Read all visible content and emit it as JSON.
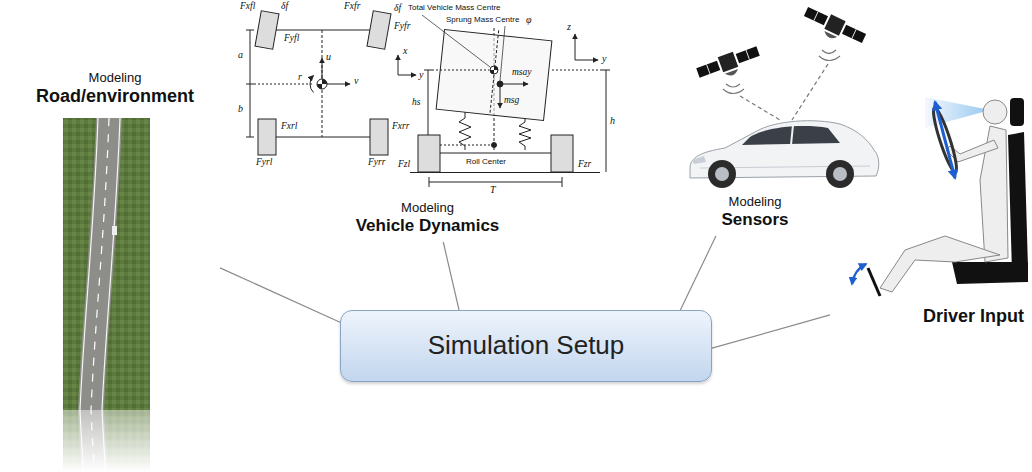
{
  "diagram": {
    "nodes": [
      {
        "text": [
          "Modeling",
          "Road/environment"
        ]
      },
      {
        "text": [
          "Modeling",
          "Vehicle Dynamics"
        ]
      },
      {
        "text": [
          "Modeling",
          "Sensors"
        ]
      },
      {
        "text": [
          "Driver Input"
        ]
      },
      {
        "text": [
          "Simulation Setup"
        ]
      }
    ],
    "edges": [
      {
        "from": 0,
        "to": 4,
        "arrow": "none"
      },
      {
        "from": 1,
        "to": 4,
        "arrow": "none"
      },
      {
        "from": 2,
        "to": 4,
        "arrow": "none"
      },
      {
        "from": 3,
        "to": 4,
        "arrow": "none"
      }
    ],
    "labels": [
      "Fxfl",
      "δf",
      "Fyfl",
      "Fxfr",
      "δf",
      "Fyfr",
      "a",
      "u",
      "r",
      "v",
      "x",
      "y",
      "b",
      "Fxrl",
      "Fyrl",
      "Fxrr",
      "Fyrr",
      "Total Vehicle Mass Centre",
      "Sprung Mass Centre",
      "φ",
      "msay",
      "hs",
      "msg",
      "h",
      "z",
      "y",
      "Roll Center",
      "T",
      "Fzl",
      "Fzr"
    ]
  }
}
